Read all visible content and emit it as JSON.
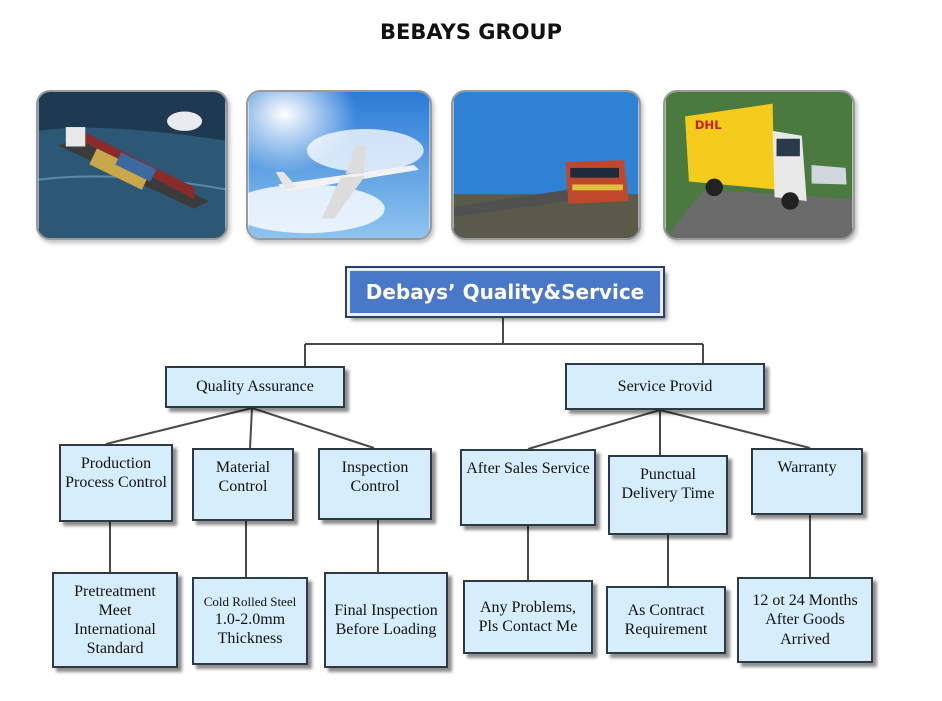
{
  "header": {
    "title": "BEBAYS GROUP"
  },
  "photos": [
    {
      "icon": "cargo-ship-icon"
    },
    {
      "icon": "airplane-icon"
    },
    {
      "icon": "freight-train-icon"
    },
    {
      "icon": "delivery-truck-icon",
      "brand": "DHL"
    }
  ],
  "chart": {
    "root": "Debays’ Quality&Service",
    "branches": {
      "quality": "Quality Assurance",
      "service": "Service Provid"
    },
    "items": {
      "production": "Production Process Control",
      "material": "Material Control",
      "inspection": "Inspection Control",
      "after_sales": "After Sales Service",
      "punctual": "Punctual Delivery Time",
      "warranty": "Warranty"
    },
    "details": {
      "pretreatment": "Pretreatment Meet International Standard",
      "cold_rolled_line1": "Cold Rolled Steel",
      "cold_rolled_line2": "1.0-2.0mm Thickness",
      "final_inspection": "Final Inspection Before Loading",
      "any_problems": "Any Problems, Pls Contact Me",
      "as_contract": "As Contract Requirement",
      "months": "12 ot 24 Months After Goods Arrived"
    }
  },
  "colors": {
    "box_fill": "#d6eefb",
    "root_fill": "#4a78c8",
    "border": "#2d3a45"
  }
}
